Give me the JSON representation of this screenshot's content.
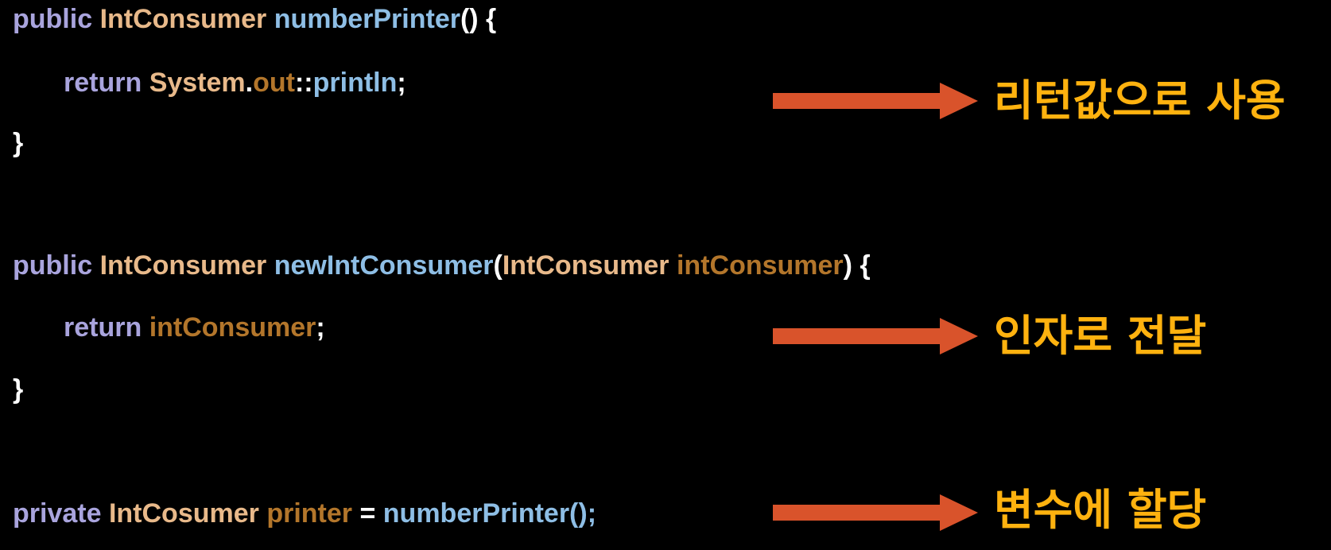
{
  "colors": {
    "keyword": "#a9a4dd",
    "type": "#e8b98a",
    "method": "#8ebee5",
    "variable": "#b3762b",
    "punctuation": "#ffffff",
    "arrow": "#d9532b",
    "caption": "#ffb20f",
    "background": "#000000"
  },
  "code": {
    "block1": {
      "line1": {
        "kw": "public",
        "type": "IntConsumer",
        "fn": "numberPrinter",
        "tail": "() {"
      },
      "line2": {
        "kw": "return",
        "type": "System",
        "dot": ".",
        "var": "out",
        "sep": "::",
        "fn": "println",
        "tail": ";"
      },
      "line3": {
        "tail": "}"
      }
    },
    "block2": {
      "line1": {
        "kw": "public",
        "type": "IntConsumer",
        "fn": "newIntConsumer",
        "open": "(",
        "ptype": "IntConsumer",
        "pname": "intConsumer",
        "tail": ") {"
      },
      "line2": {
        "kw": "return",
        "var": "intConsumer",
        "tail": ";"
      },
      "line3": {
        "tail": "}"
      }
    },
    "block3": {
      "line1": {
        "kw": "private",
        "type": "IntCosumer",
        "var": "printer",
        "eq": "=",
        "fn": "numberPrinter();"
      }
    }
  },
  "annotations": [
    {
      "icon": "right-arrow-icon",
      "label": "리턴값으로 사용"
    },
    {
      "icon": "right-arrow-icon",
      "label": "인자로 전달"
    },
    {
      "icon": "right-arrow-icon",
      "label": "변수에 할당"
    }
  ]
}
